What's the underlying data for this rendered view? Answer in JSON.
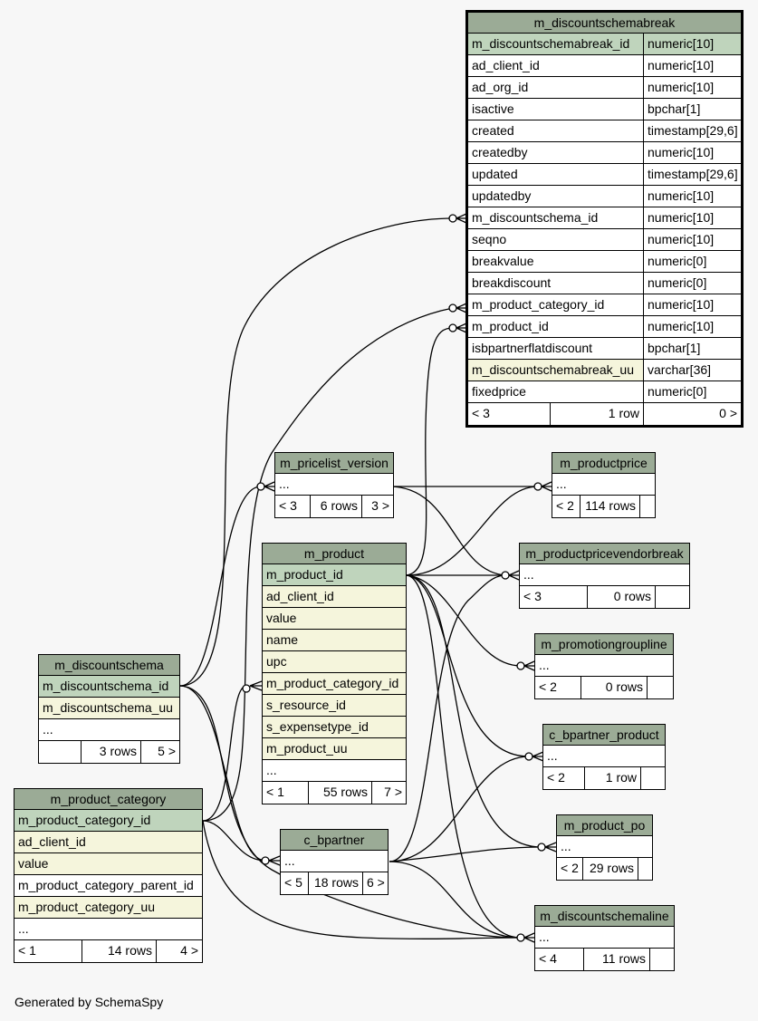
{
  "footer": "Generated by SchemaSpy",
  "tables": {
    "m_discountschemabreak": {
      "name": "m_discountschemabreak",
      "columns": [
        {
          "name": "m_discountschemabreak_id",
          "type": "numeric[10]"
        },
        {
          "name": "ad_client_id",
          "type": "numeric[10]"
        },
        {
          "name": "ad_org_id",
          "type": "numeric[10]"
        },
        {
          "name": "isactive",
          "type": "bpchar[1]"
        },
        {
          "name": "created",
          "type": "timestamp[29,6]"
        },
        {
          "name": "createdby",
          "type": "numeric[10]"
        },
        {
          "name": "updated",
          "type": "timestamp[29,6]"
        },
        {
          "name": "updatedby",
          "type": "numeric[10]"
        },
        {
          "name": "m_discountschema_id",
          "type": "numeric[10]"
        },
        {
          "name": "seqno",
          "type": "numeric[10]"
        },
        {
          "name": "breakvalue",
          "type": "numeric[0]"
        },
        {
          "name": "breakdiscount",
          "type": "numeric[0]"
        },
        {
          "name": "m_product_category_id",
          "type": "numeric[10]"
        },
        {
          "name": "m_product_id",
          "type": "numeric[10]"
        },
        {
          "name": "isbpartnerflatdiscount",
          "type": "bpchar[1]"
        },
        {
          "name": "m_discountschemabreak_uu",
          "type": "varchar[36]"
        },
        {
          "name": "fixedprice",
          "type": "numeric[0]"
        }
      ],
      "footer": [
        "< 3",
        "1 row",
        "0 >"
      ]
    },
    "m_pricelist_version": {
      "name": "m_pricelist_version",
      "columns": [
        "..."
      ],
      "footer": [
        "< 3",
        "6 rows",
        "3 >"
      ]
    },
    "m_productprice": {
      "name": "m_productprice",
      "columns": [
        "..."
      ],
      "footer": [
        "< 2",
        "114 rows",
        ""
      ]
    },
    "m_productpricevendorbreak": {
      "name": "m_productpricevendorbreak",
      "columns": [
        "..."
      ],
      "footer": [
        "< 3",
        "0 rows",
        ""
      ]
    },
    "m_product": {
      "name": "m_product",
      "columns": [
        "m_product_id",
        "ad_client_id",
        "value",
        "name",
        "upc",
        "m_product_category_id",
        "s_resource_id",
        "s_expensetype_id",
        "m_product_uu",
        "..."
      ],
      "footer": [
        "< 1",
        "55 rows",
        "7 >"
      ]
    },
    "m_promotiongroupline": {
      "name": "m_promotiongroupline",
      "columns": [
        "..."
      ],
      "footer": [
        "< 2",
        "0 rows",
        ""
      ]
    },
    "m_discountschema": {
      "name": "m_discountschema",
      "columns": [
        "m_discountschema_id",
        "m_discountschema_uu",
        "..."
      ],
      "footer": [
        "",
        "3 rows",
        "5 >"
      ]
    },
    "c_bpartner_product": {
      "name": "c_bpartner_product",
      "columns": [
        "..."
      ],
      "footer": [
        "< 2",
        "1 row",
        ""
      ]
    },
    "m_product_category": {
      "name": "m_product_category",
      "columns": [
        "m_product_category_id",
        "ad_client_id",
        "value",
        "m_product_category_parent_id",
        "m_product_category_uu",
        "..."
      ],
      "footer": [
        "< 1",
        "14 rows",
        "4 >"
      ]
    },
    "m_product_po": {
      "name": "m_product_po",
      "columns": [
        "..."
      ],
      "footer": [
        "< 2",
        "29 rows",
        ""
      ]
    },
    "c_bpartner": {
      "name": "c_bpartner",
      "columns": [
        "..."
      ],
      "footer": [
        "< 5",
        "18 rows",
        "6 >"
      ]
    },
    "m_discountschemaline": {
      "name": "m_discountschemaline",
      "columns": [
        "..."
      ],
      "footer": [
        "< 4",
        "11 rows",
        ""
      ]
    }
  }
}
